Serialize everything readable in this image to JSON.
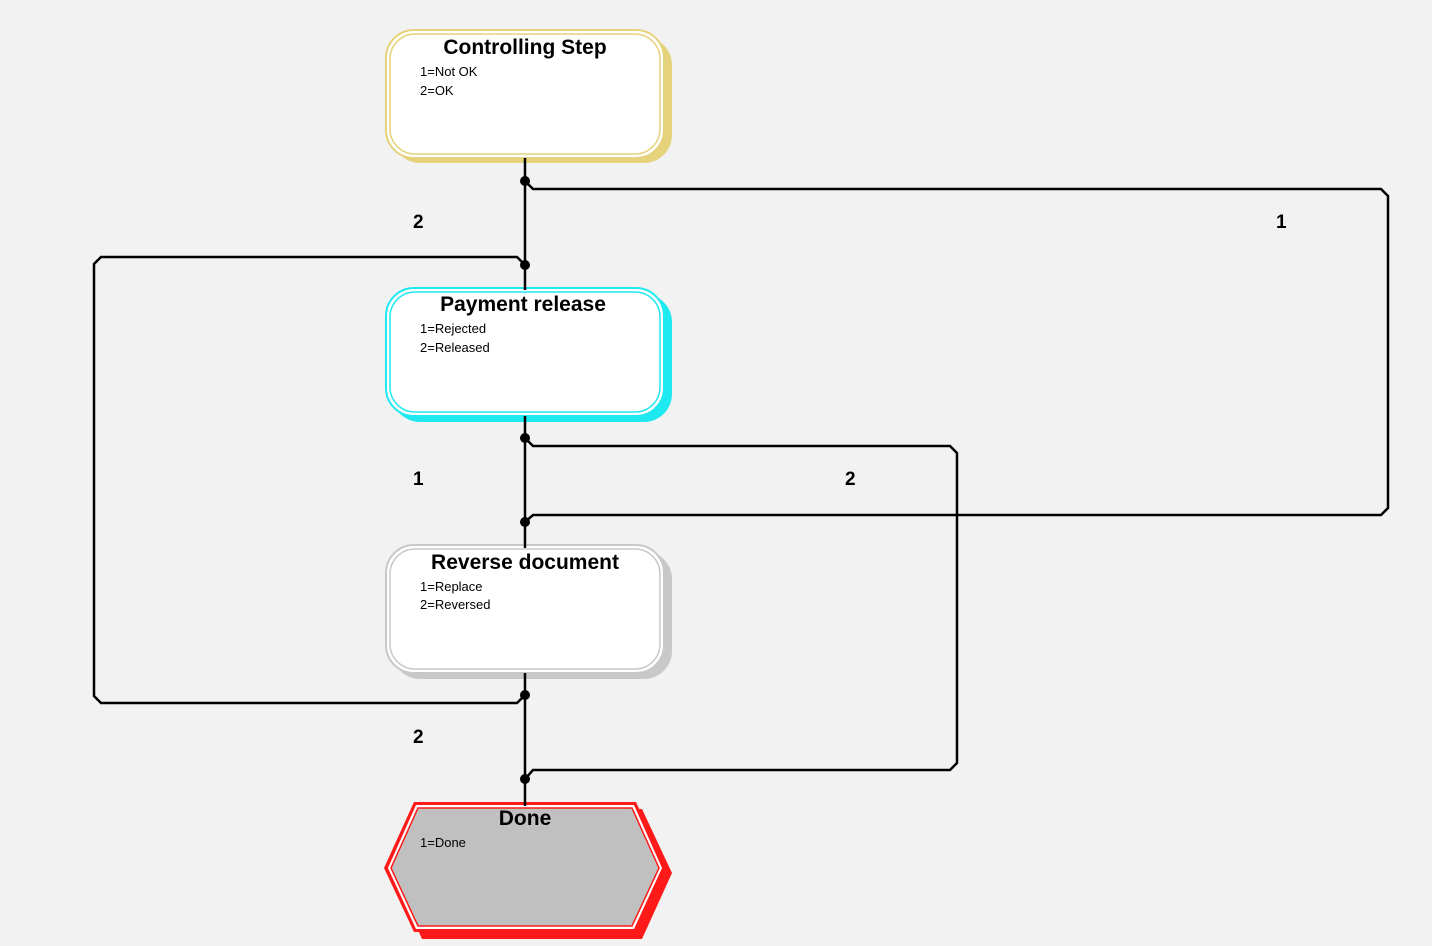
{
  "nodes": {
    "controlling": {
      "title": "Controlling Step",
      "outcomes": [
        "1=Not OK",
        "2=OK"
      ],
      "color": "#e6d27a"
    },
    "payment": {
      "title": "Payment release",
      "outcomes": [
        "1=Rejected",
        "2=Released"
      ],
      "color": "#1ee8f0"
    },
    "reverse": {
      "title": "Reverse document",
      "outcomes": [
        "1=Replace",
        "2=Reversed"
      ],
      "color": "#c8c8c8"
    },
    "done": {
      "title": "Done",
      "outcomes": [
        "1=Done"
      ],
      "color": "#ff1a1a",
      "fill": "#c0c0c0"
    }
  },
  "edge_labels": {
    "controlling_ok": "2",
    "controlling_not_ok": "1",
    "payment_rejected": "1",
    "payment_released": "2",
    "reverse_reversed": "2"
  },
  "colors": {
    "background": "#f2f2f2",
    "connector": "#000000"
  }
}
